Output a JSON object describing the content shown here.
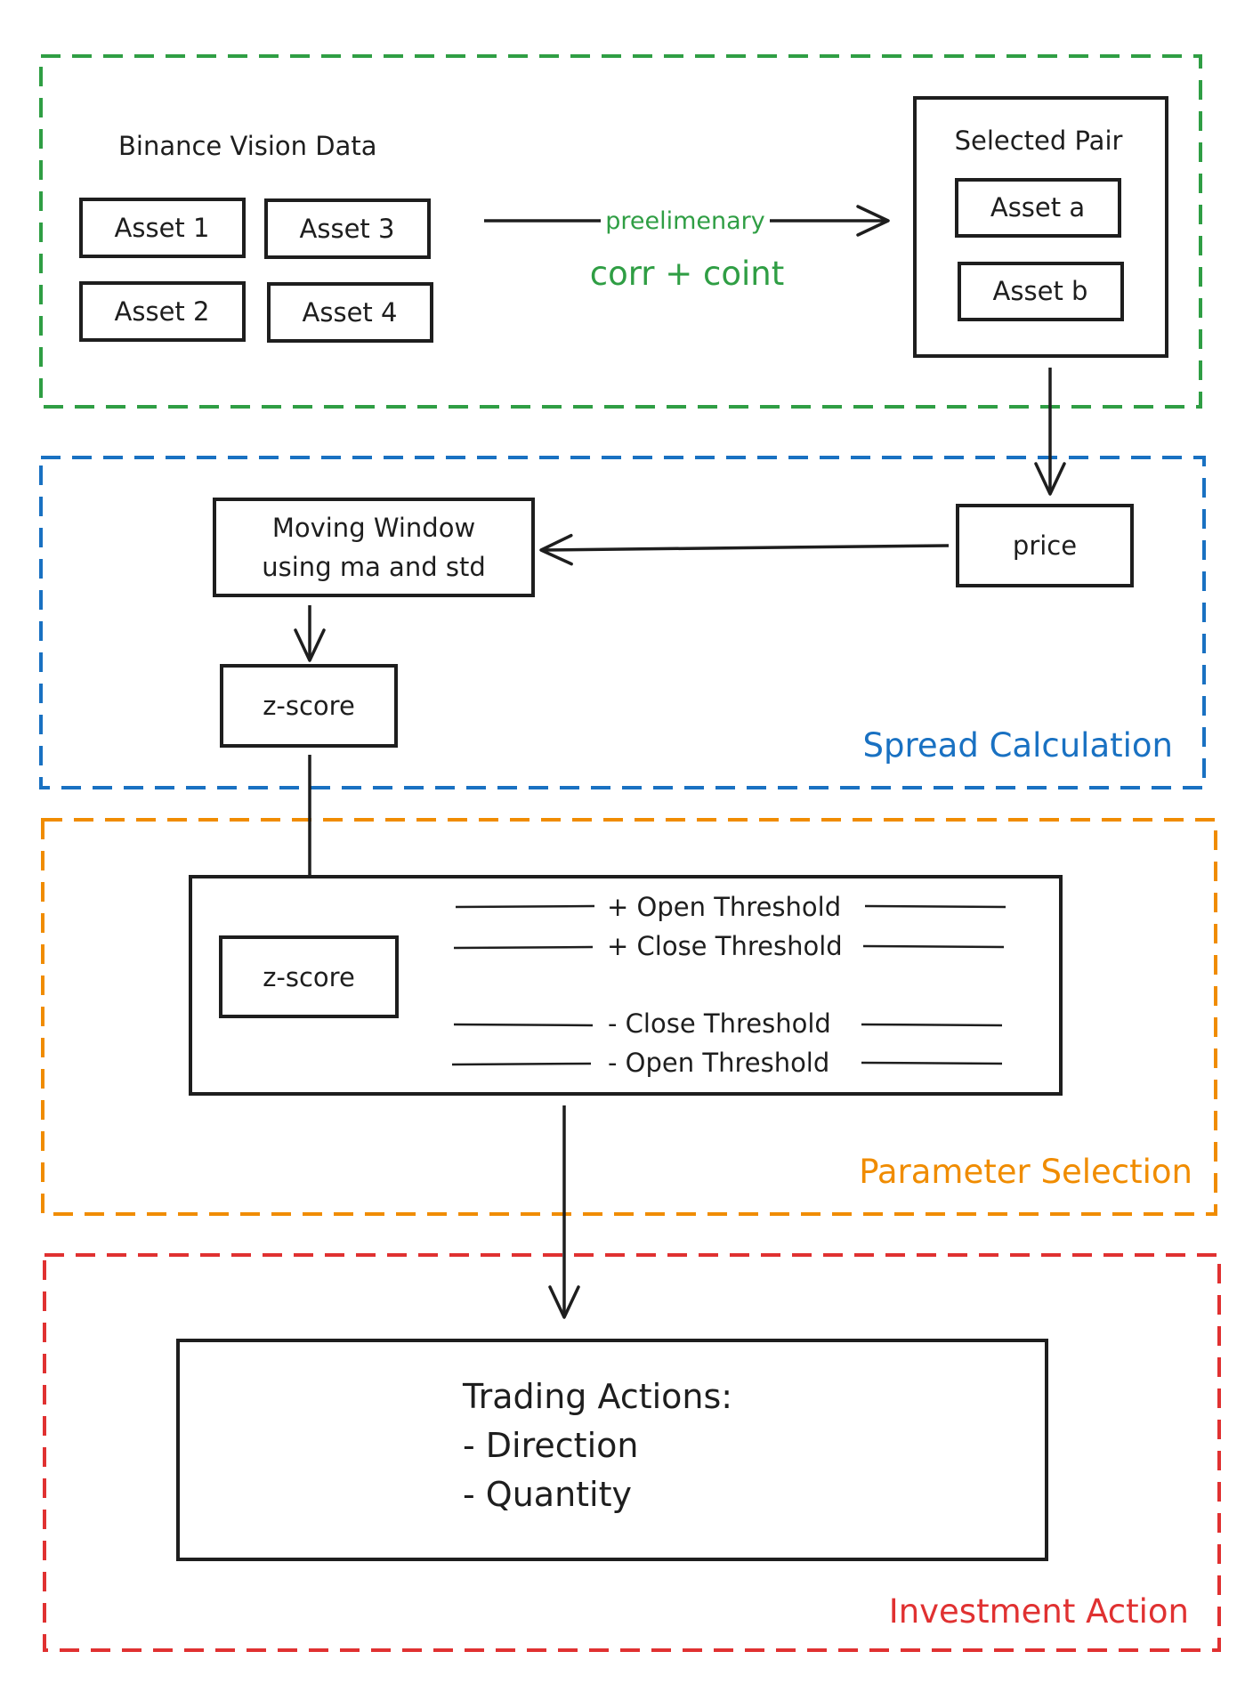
{
  "colors": {
    "stroke": "#1e1e1e",
    "data_group": "#2f9e44",
    "spread_group": "#1971c2",
    "parameter_group": "#f08c00",
    "investment_group": "#e03131"
  },
  "data_section": {
    "source_label": "Binance Vision Data",
    "assets": [
      "Asset 1",
      "Asset 3",
      "Asset 2",
      "Asset 4"
    ],
    "edge_label": "preelimenary",
    "edge_sublabel": "corr + coint",
    "selected_pair": {
      "title": "Selected Pair",
      "assets": [
        "Asset a",
        "Asset b"
      ]
    }
  },
  "spread_section": {
    "title": "Spread Calculation",
    "price_label": "price",
    "moving_window_lines": [
      "Moving Window",
      "using ma and std"
    ],
    "zscore_label": "z-score"
  },
  "parameter_section": {
    "title": "Parameter Selection",
    "zscore_label": "z-score",
    "thresholds": [
      "+ Open Threshold",
      "+ Close Threshold",
      "- Close Threshold",
      "- Open Threshold"
    ]
  },
  "investment_section": {
    "title": "Investment Action",
    "action_lines": [
      "Trading Actions:",
      "- Direction",
      "- Quantity"
    ]
  }
}
